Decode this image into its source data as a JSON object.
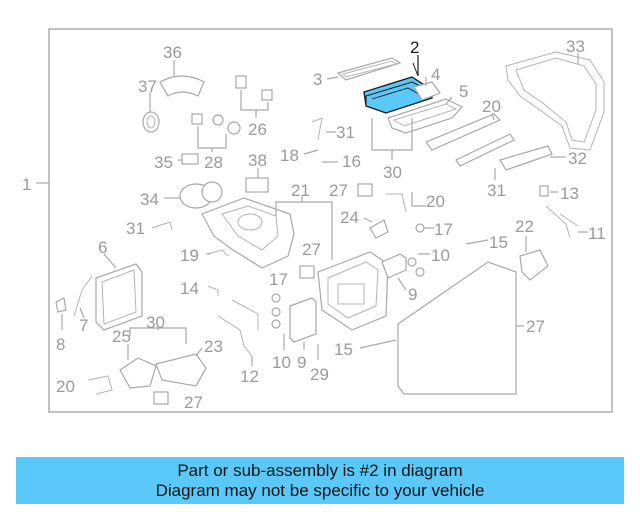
{
  "diagram": {
    "frame_label": "1",
    "highlight_color": "#5ac8f8",
    "highlighted_part": "2",
    "callouts": [
      {
        "id": "c2",
        "text": "2"
      },
      {
        "id": "c3",
        "text": "3"
      },
      {
        "id": "c4",
        "text": "4"
      },
      {
        "id": "c5",
        "text": "5"
      },
      {
        "id": "c6",
        "text": "6"
      },
      {
        "id": "c7",
        "text": "7"
      },
      {
        "id": "c8",
        "text": "8"
      },
      {
        "id": "c9a",
        "text": "9"
      },
      {
        "id": "c9b",
        "text": "9"
      },
      {
        "id": "c10a",
        "text": "10"
      },
      {
        "id": "c10b",
        "text": "10"
      },
      {
        "id": "c11",
        "text": "11"
      },
      {
        "id": "c12",
        "text": "12"
      },
      {
        "id": "c13",
        "text": "13"
      },
      {
        "id": "c14",
        "text": "14"
      },
      {
        "id": "c15a",
        "text": "15"
      },
      {
        "id": "c15b",
        "text": "15"
      },
      {
        "id": "c16",
        "text": "16"
      },
      {
        "id": "c17a",
        "text": "17"
      },
      {
        "id": "c17b",
        "text": "17"
      },
      {
        "id": "c18",
        "text": "18"
      },
      {
        "id": "c19",
        "text": "19"
      },
      {
        "id": "c20a",
        "text": "20"
      },
      {
        "id": "c20b",
        "text": "20"
      },
      {
        "id": "c20c",
        "text": "20"
      },
      {
        "id": "c21",
        "text": "21"
      },
      {
        "id": "c22",
        "text": "22"
      },
      {
        "id": "c23",
        "text": "23"
      },
      {
        "id": "c24",
        "text": "24"
      },
      {
        "id": "c25",
        "text": "25"
      },
      {
        "id": "c26",
        "text": "26"
      },
      {
        "id": "c27a",
        "text": "27"
      },
      {
        "id": "c27b",
        "text": "27"
      },
      {
        "id": "c27c",
        "text": "27"
      },
      {
        "id": "c27d",
        "text": "27"
      },
      {
        "id": "c28",
        "text": "28"
      },
      {
        "id": "c29",
        "text": "29"
      },
      {
        "id": "c30a",
        "text": "30"
      },
      {
        "id": "c30b",
        "text": "30"
      },
      {
        "id": "c31a",
        "text": "31"
      },
      {
        "id": "c31b",
        "text": "31"
      },
      {
        "id": "c31c",
        "text": "31"
      },
      {
        "id": "c32",
        "text": "32"
      },
      {
        "id": "c33",
        "text": "33"
      },
      {
        "id": "c34",
        "text": "34"
      },
      {
        "id": "c35",
        "text": "35"
      },
      {
        "id": "c36",
        "text": "36"
      },
      {
        "id": "c37",
        "text": "37"
      },
      {
        "id": "c38",
        "text": "38"
      }
    ]
  },
  "footer": {
    "line1": "Part or sub-assembly is #2 in diagram",
    "line2": "Diagram may not be specific to your vehicle",
    "background": "#5ac8f8"
  }
}
